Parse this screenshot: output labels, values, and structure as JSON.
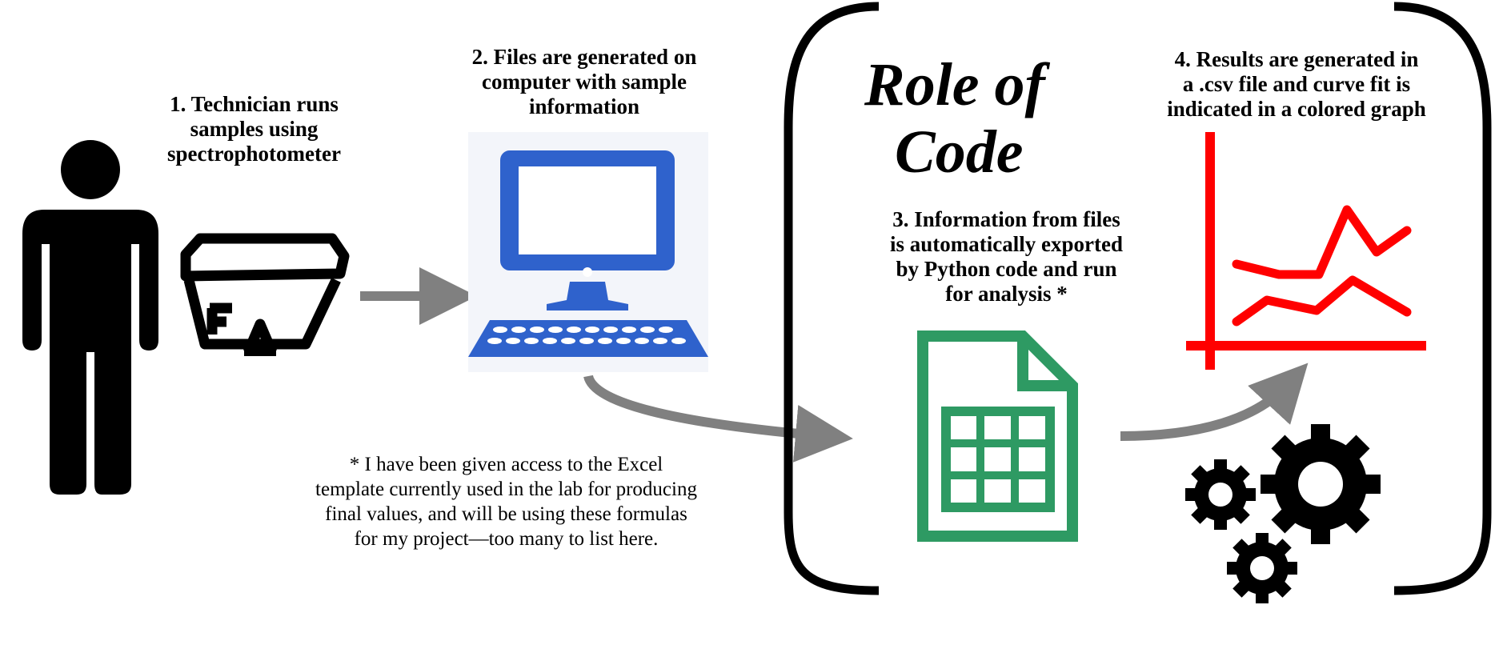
{
  "steps": [
    {
      "lines": [
        "1. Technician runs",
        "samples using",
        "spectrophotometer"
      ]
    },
    {
      "lines": [
        "2. Files are generated on",
        "computer with sample",
        "information"
      ]
    },
    {
      "lines": [
        "3. Information from files",
        "is automatically exported",
        "by Python code and run",
        "for analysis *"
      ]
    },
    {
      "lines": [
        "4. Results are generated in",
        "a .csv file  and curve fit is",
        "indicated in a colored graph"
      ]
    }
  ],
  "role": {
    "lines": [
      "Role of",
      "Code"
    ]
  },
  "footnote": {
    "lines": [
      "* I have been given access to the Excel",
      "template currently used in the lab for producing",
      "final values, and will be using these formulas",
      "for my project—too many to list here."
    ]
  },
  "icons": [
    "person-icon",
    "spectrophotometer-icon",
    "computer-icon",
    "spreadsheet-icon",
    "line-graph-icon",
    "gears-icon"
  ],
  "colors": {
    "computer": "#2f62cc",
    "spreadsheet": "#2e9a63",
    "graph": "#ff0000",
    "arrow": "#808080",
    "bracket": "#000000"
  }
}
